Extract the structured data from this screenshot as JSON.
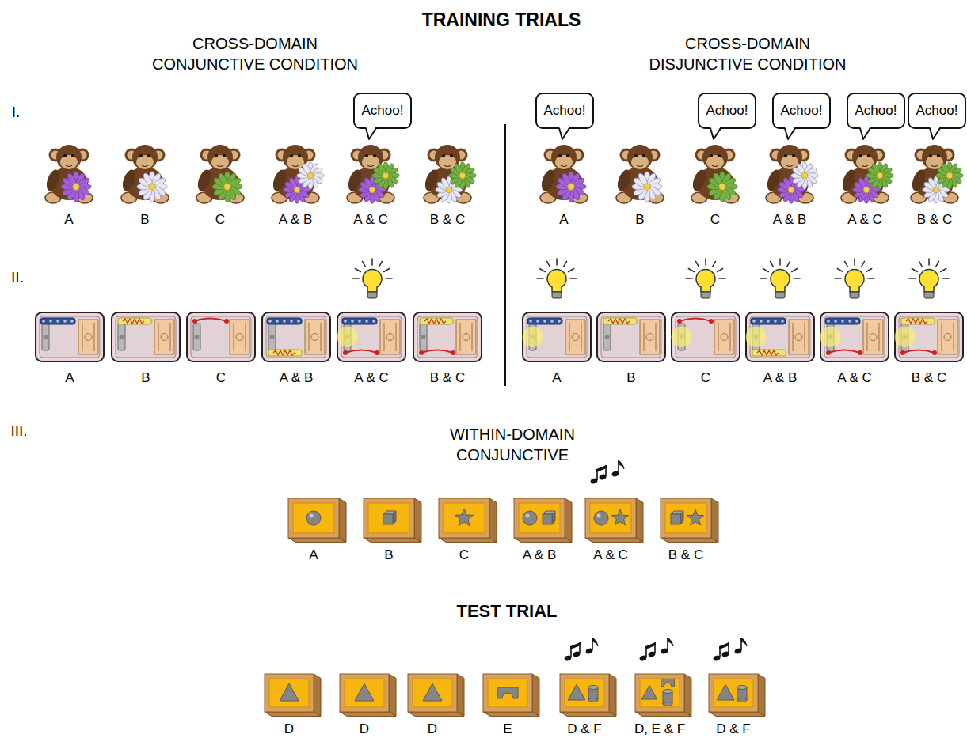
{
  "diagram": {
    "title": "TRAINING TRIALS",
    "nodes": [
      {
        "text": [
          "Achoo!"
        ]
      },
      {
        "text": [
          "Achoo!"
        ]
      },
      {
        "text": [
          "Achoo!"
        ]
      },
      {
        "text": [
          "Achoo!"
        ]
      },
      {
        "text": [
          "Achoo!"
        ]
      },
      {
        "text": [
          "Achoo!"
        ]
      }
    ],
    "labels": [
      "CROSS-DOMAIN CONJUNCTIVE CONDITION",
      "CROSS-DOMAIN DISJUNCTIVE CONDITION",
      "I.",
      "II.",
      "III.",
      "A",
      "B",
      "C",
      "A & B",
      "A & C",
      "B & C",
      "A",
      "B",
      "C",
      "A & B",
      "A & C",
      "B & C",
      "A",
      "B",
      "C",
      "A & B",
      "A & C",
      "B & C",
      "A",
      "B",
      "C",
      "A & B",
      "A & C",
      "B & C",
      "WITHIN-DOMAIN CONJUNCTIVE",
      "A",
      "B",
      "C",
      "A & B",
      "A & C",
      "B & C",
      "TEST TRIAL",
      "D",
      "D",
      "D",
      "E",
      "D & F",
      "D, E & F",
      "D & F"
    ]
  }
}
